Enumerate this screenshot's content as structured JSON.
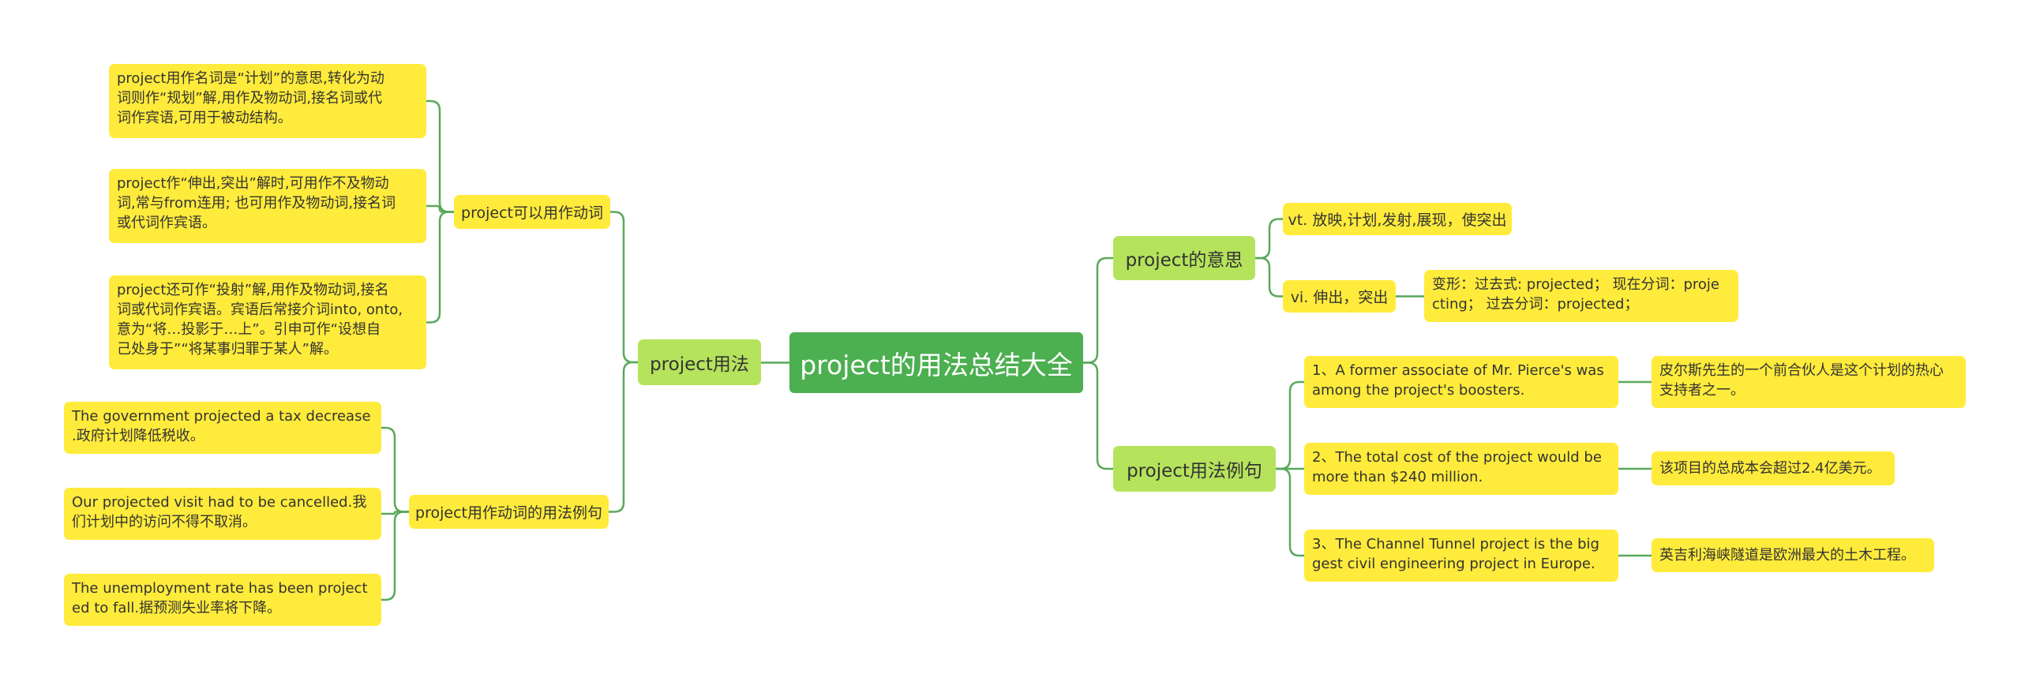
{
  "root": "project的用法总结大全",
  "left": {
    "usage": {
      "label": "project用法",
      "as_verb": {
        "label": "project可以用作动词",
        "items": [
          "project用作名词是“计划”的意思,转化为动\n词则作“规划”解,用作及物动词,接名词或代\n词作宾语,可用于被动结构。",
          "project作“伸出,突出”解时,可用作不及物动\n词,常与from连用; 也可用作及物动词,接名词\n或代词作宾语。",
          "project还可作“投射”解,用作及物动词,接名\n词或代词作宾语。宾语后常接介词into, onto,\n意为“将…投影于…上”。引申可作“设想自\n己处身于”“将某事归罪于某人”解。"
        ]
      },
      "verb_examples": {
        "label": "project用作动词的用法例句",
        "items": [
          "The government projected a tax decrease\n.政府计划降低税收。",
          "Our projected visit had to be cancelled.我\n们计划中的访问不得不取消。",
          "The unemployment rate has been project\ned to fall.据预测失业率将下降。"
        ]
      }
    }
  },
  "right": {
    "meaning": {
      "label": "project的意思",
      "vt": "vt. 放映,计划,发射,展现，使突出",
      "vi": "vi. 伸出，突出",
      "forms": "变形：过去式: projected；  现在分词：proje\ncting；  过去分词：projected；"
    },
    "examples": {
      "label": "project用法例句",
      "items": [
        {
          "en": "1、A former associate of Mr. Pierce's was\namong the project's boosters.",
          "zh": "皮尔斯先生的一个前合伙人是这个计划的热心\n支持者之一。"
        },
        {
          "en": "2、The total cost of the project would be\nmore than $240 million.",
          "zh": "该项目的总成本会超过2.4亿美元。"
        },
        {
          "en": "3、The Channel Tunnel project is the big\ngest civil engineering project in Europe.",
          "zh": "英吉利海峡隧道是欧洲最大的土木工程。"
        }
      ]
    }
  },
  "colors": {
    "line": "#5aa85c",
    "root": "#4caf50",
    "branch": "#b5e35c",
    "leaf": "#ffeb3b"
  }
}
